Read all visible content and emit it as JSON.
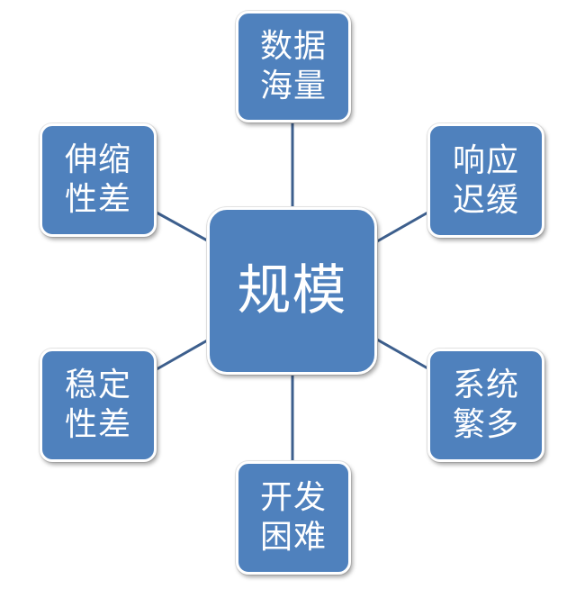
{
  "diagram": {
    "type": "hub-and-spoke",
    "colors": {
      "node_fill": "#4f81bd",
      "node_border": "#ffffff",
      "connector": "#3d5f8d",
      "text": "#ffffff"
    },
    "center": {
      "label": "规模"
    },
    "nodes": [
      {
        "id": "top",
        "lines": [
          "数据",
          "海量"
        ]
      },
      {
        "id": "top-right",
        "lines": [
          "响应",
          "迟缓"
        ]
      },
      {
        "id": "bottom-right",
        "lines": [
          "系统",
          "繁多"
        ]
      },
      {
        "id": "bottom",
        "lines": [
          "开发",
          "困难"
        ]
      },
      {
        "id": "bottom-left",
        "lines": [
          "稳定",
          "性差"
        ]
      },
      {
        "id": "top-left",
        "lines": [
          "伸缩",
          "性差"
        ]
      }
    ]
  }
}
